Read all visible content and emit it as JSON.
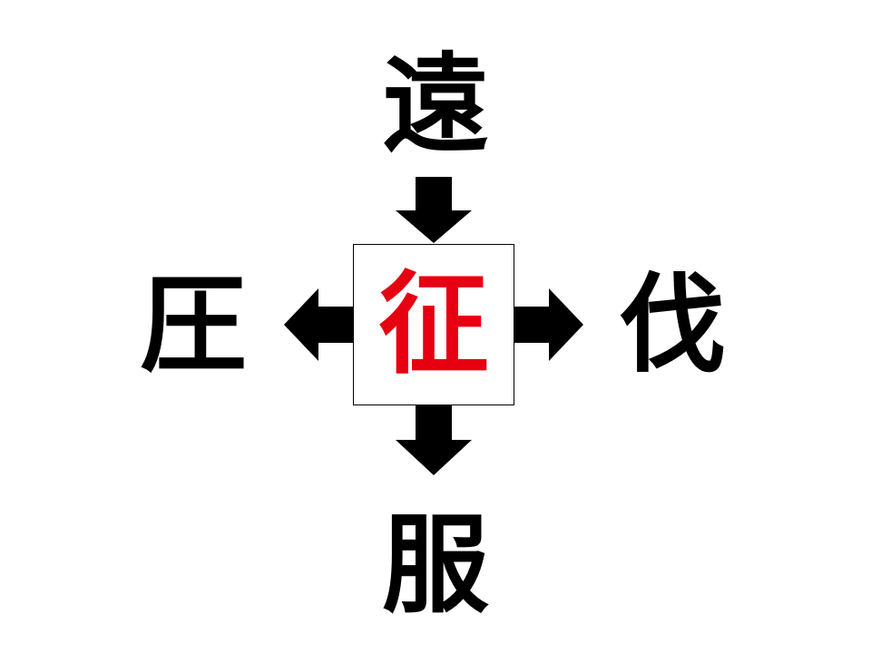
{
  "puzzle": {
    "top": "遠",
    "bottom": "服",
    "left": "圧",
    "right": "伐",
    "answer": "征",
    "answer_color": "#e60012"
  }
}
